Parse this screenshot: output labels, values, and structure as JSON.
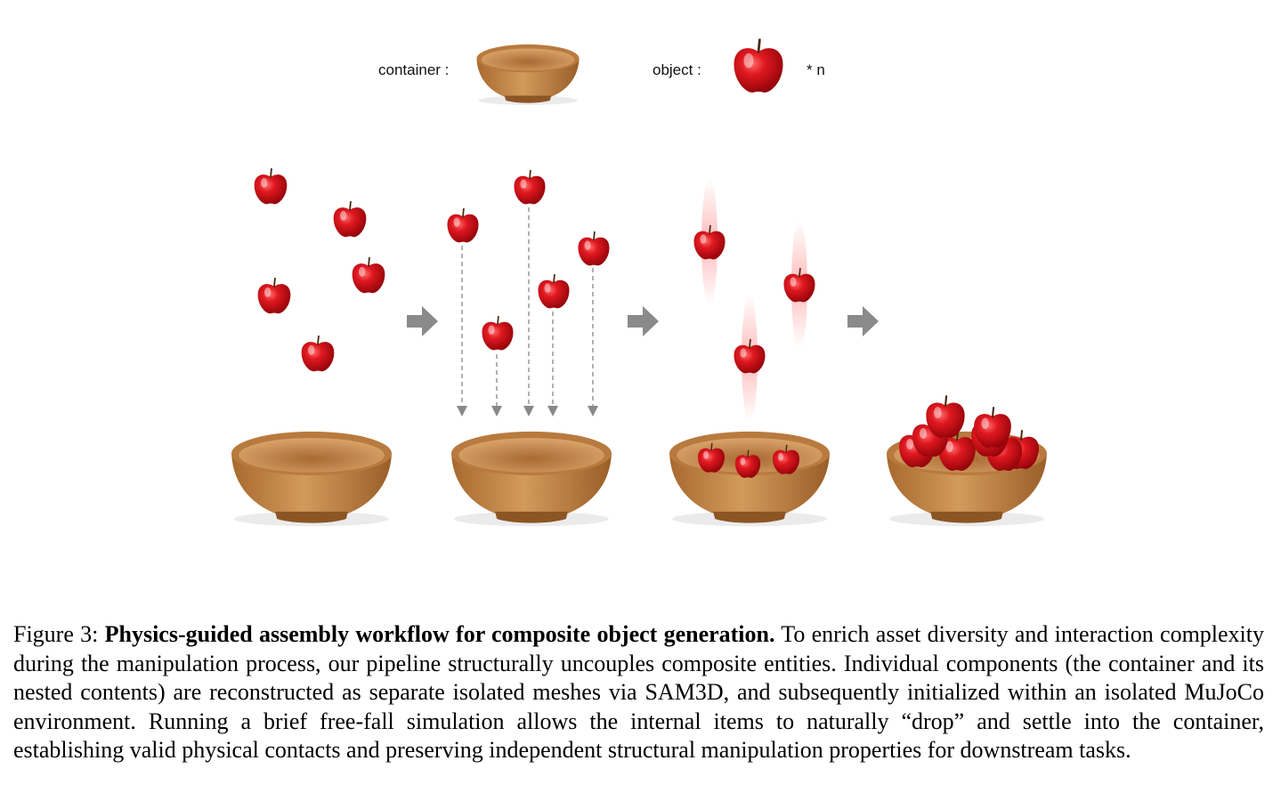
{
  "legend": {
    "container_label": "container :",
    "object_label": "object :",
    "multiplier": "* n"
  },
  "caption": {
    "prefix": "Figure 3: ",
    "title": "Physics-guided assembly workflow for composite object generation.",
    "body": " To enrich asset diversity and interaction complexity during the manipulation process, our pipeline structurally uncouples composite entities. Individual components (the container and its nested contents) are reconstructed as separate isolated meshes via SAM3D, and subsequently initialized within an isolated MuJoCo environment. Running a brief free-fall simulation allows the internal items to naturally “drop” and settle into the container, establishing valid physical contacts and preserving independent structural manipulation properties for downstream tasks."
  },
  "colors": {
    "apple": "#d8121a",
    "bowl": "#c98a4a",
    "arrow": "#8a8a8a"
  }
}
